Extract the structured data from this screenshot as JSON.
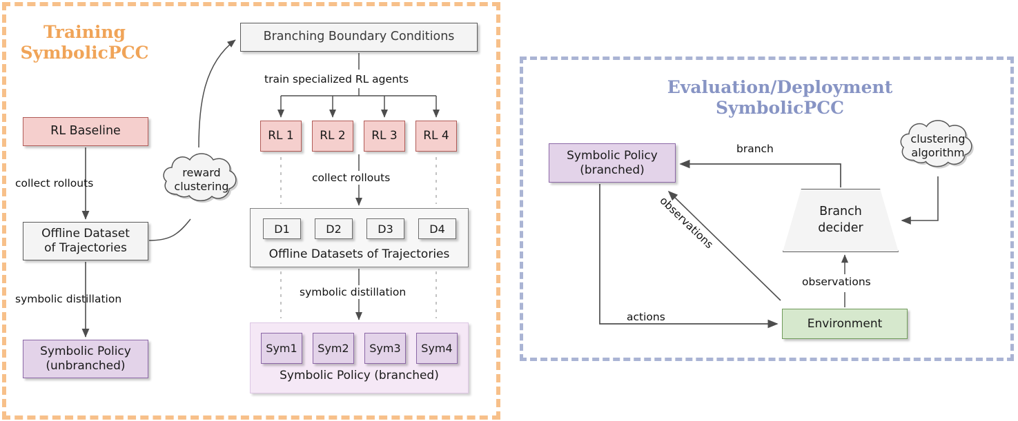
{
  "panels": {
    "training": {
      "title": "Training\nSymbolicPCC",
      "title_line1": "Training",
      "title_line2": "SymbolicPCC",
      "color": "#f0a458"
    },
    "evaluation": {
      "title_line1": "Evaluation/Deployment",
      "title_line2": "SymbolicPCC",
      "color": "#8794c4"
    }
  },
  "training": {
    "rl_baseline": "RL Baseline",
    "offline_dataset_line1": "Offline Dataset",
    "offline_dataset_line2": "of Trajectories",
    "symbolic_unbranched_line1": "Symbolic Policy",
    "symbolic_unbranched_line2": "(unbranched)",
    "branching": "Branching Boundary Conditions",
    "reward_cloud_line1": "reward",
    "reward_cloud_line2": "clustering",
    "rl_agents": [
      "RL 1",
      "RL 2",
      "RL 3",
      "RL 4"
    ],
    "datasets": [
      "D1",
      "D2",
      "D3",
      "D4"
    ],
    "datasets_label": "Offline Datasets of Trajectories",
    "symbolic_chips": [
      "Sym1",
      "Sym2",
      "Sym3",
      "Sym4"
    ],
    "symbolic_label": "Symbolic Policy (branched)",
    "edges": {
      "collect_rollouts_left": "collect rollouts",
      "symbolic_distillation_left": "symbolic distillation",
      "train_specialized": "train specialized RL agents",
      "collect_rollouts_mid": "collect rollouts",
      "symbolic_distillation_mid": "symbolic distillation"
    }
  },
  "evaluation": {
    "symbolic_policy_line1": "Symbolic Policy",
    "symbolic_policy_line2": "(branched)",
    "branch_decider_line1": "Branch",
    "branch_decider_line2": "decider",
    "environment": "Environment",
    "clustering_cloud_line1": "clustering",
    "clustering_cloud_line2": "algorithm",
    "edges": {
      "branch": "branch",
      "observations_diagonal": "observations",
      "observations_vertical": "observations",
      "actions": "actions"
    }
  },
  "colors": {
    "red_fill": "#f5cfcd",
    "red_border": "#b05a56",
    "grey_fill": "#f4f4f4",
    "grey_border": "#595959",
    "purple_fill": "#e3d3e9",
    "purple_border": "#8a66a5",
    "purple_panel": "#f5e8f6",
    "green_fill": "#d6e8cd",
    "green_border": "#6f9a59",
    "orange_dash": "#f7c08a",
    "blue_dash": "#aab4d4",
    "arrow": "#4d4d4d"
  }
}
